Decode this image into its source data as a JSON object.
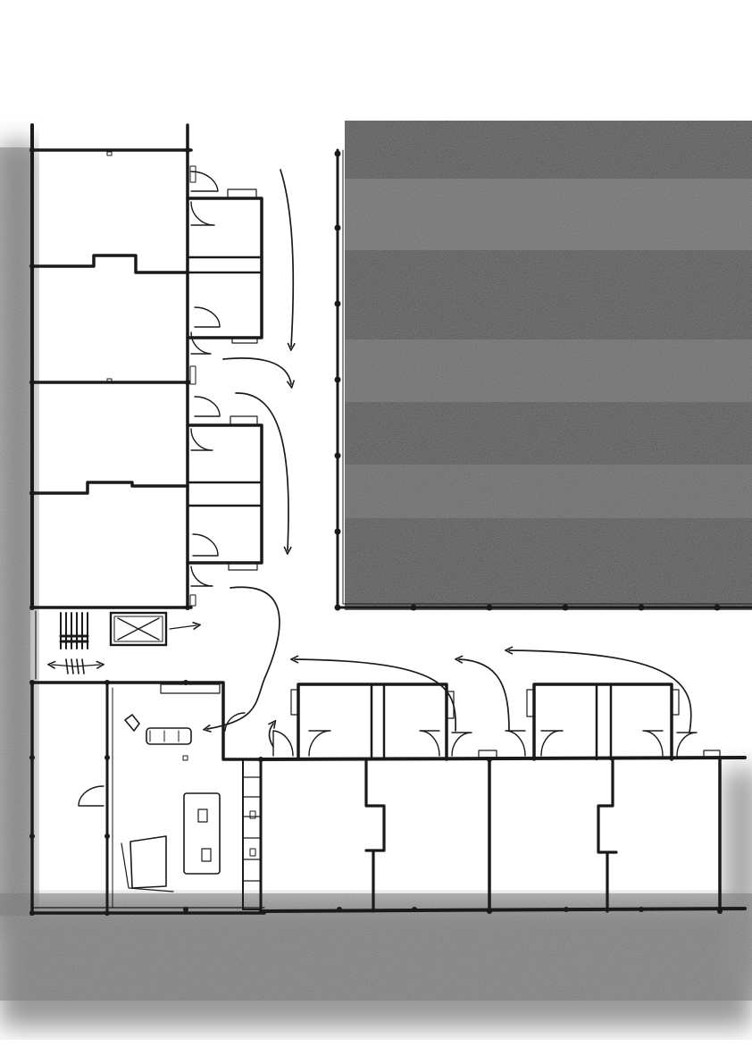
{
  "drawing": {
    "kind": "hand-drawn floor plan",
    "has_text": false,
    "ink_color": "#1a1a1a",
    "paper_color": "#ffffff",
    "shading_color": "#8a8a8a",
    "shaded_areas": [
      "courtyard",
      "outer-border"
    ],
    "wings": [
      "west-wing",
      "south-wing",
      "corner-block"
    ],
    "circulation_arrows": 9
  }
}
